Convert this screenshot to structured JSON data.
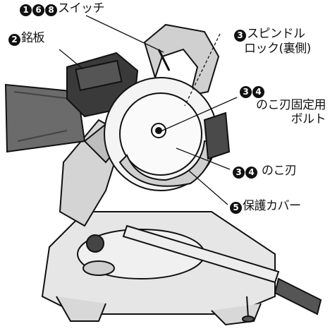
{
  "callouts": {
    "switch": {
      "badges": [
        "1",
        "6",
        "8"
      ],
      "label": "スイッチ"
    },
    "nameplate": {
      "badges": [
        "2"
      ],
      "label": "銘板"
    },
    "spindle_lock": {
      "badges": [
        "3"
      ],
      "line1": "スピンドル",
      "line2": "ロック(裏側)"
    },
    "blade_bolt": {
      "badges": [
        "3",
        "4"
      ],
      "line1": "のこ刃固定用",
      "line2": "ボルト"
    },
    "blade": {
      "badges": [
        "3",
        "4"
      ],
      "label": "のこ刃"
    },
    "guard": {
      "badges": [
        "5"
      ],
      "label": "保護カバー"
    }
  },
  "icons": [
    "circled-number-icon"
  ],
  "colors": {
    "line": "#111111",
    "body": "#e6e6e6",
    "dark": "#3a3a3a",
    "blade": "#f4f4f4"
  }
}
